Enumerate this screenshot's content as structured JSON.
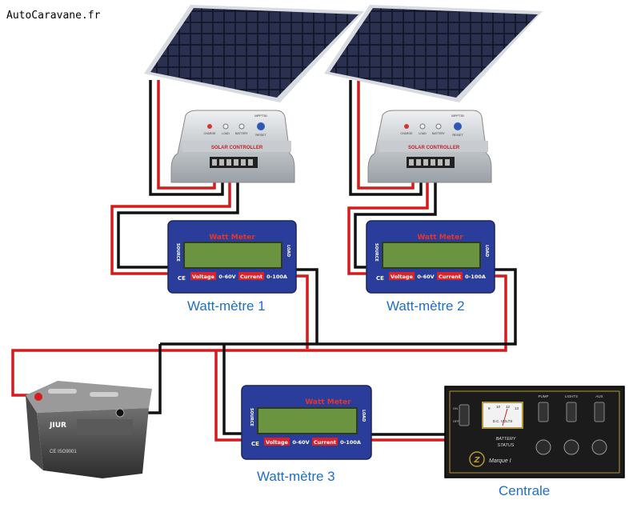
{
  "site_label": "AutoCaravane.fr",
  "captions": {
    "meter1": "Watt-mètre 1",
    "meter2": "Watt-mètre 2",
    "meter3": "Watt-mètre 3",
    "central": "Centrale"
  },
  "meter": {
    "title": "Watt Meter",
    "voltage": "Voltage",
    "voltage_range": "0-60V",
    "current": "Current",
    "current_range": "0-100A",
    "side_left": "SOURCE",
    "side_right": "LOAD",
    "ce": "CE"
  },
  "controller": {
    "label": "SOLAR CONTROLLER",
    "model": "MPPT30",
    "reset": "RESET",
    "leds": [
      "CHARGE",
      "LOAD",
      "BATTERY"
    ]
  },
  "battery": {
    "brand": "JIUR",
    "cert": "CE ISO9001"
  },
  "central_panel": {
    "gauge_label": "D.C. VOLTS",
    "gauge_ticks": [
      "9",
      "10",
      "12",
      "13"
    ],
    "status_title": "BATTERY",
    "status_sub": "STATUS",
    "switch_labels": [
      "PUMP",
      "LIGHTS",
      "AUX"
    ],
    "left_labels": [
      "ON",
      "OFF"
    ],
    "brand": "Marque I",
    "logo": "Z"
  },
  "colors": {
    "wire_red": "#d41c1c",
    "wire_black": "#111111",
    "meter_blue": "#2b3d9a",
    "lcd_green": "#6a9440",
    "caption_blue": "#1f6fc6"
  }
}
